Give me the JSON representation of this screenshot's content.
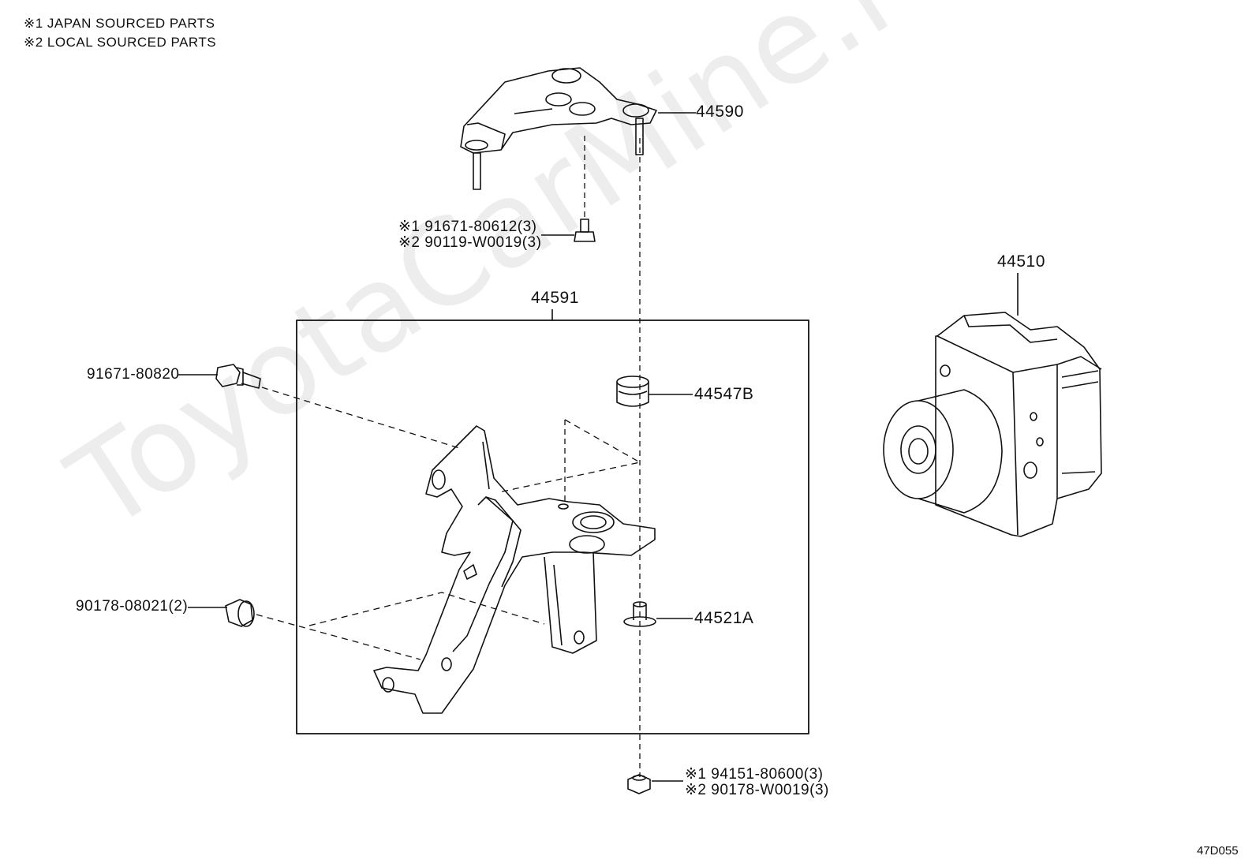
{
  "notes": [
    "※1 JAPAN SOURCED PARTS",
    "※2 LOCAL SOURCED PARTS"
  ],
  "watermark": "ToyotaCarMine.ru",
  "diagram_id": "47D055",
  "parts": {
    "p44590": "44590",
    "p44591": "44591",
    "p44510": "44510",
    "p44547B": "44547B",
    "p44521A": "44521A",
    "bolt_left": "91671-80820",
    "nut_left": "90178-08021(2)",
    "top_bolt_1": "※1 91671-80612(3)",
    "top_bolt_2": "※2 90119-W0019(3)",
    "bottom_nut_1": "※1 94151-80600(3)",
    "bottom_nut_2": "※2 90178-W0019(3)"
  }
}
